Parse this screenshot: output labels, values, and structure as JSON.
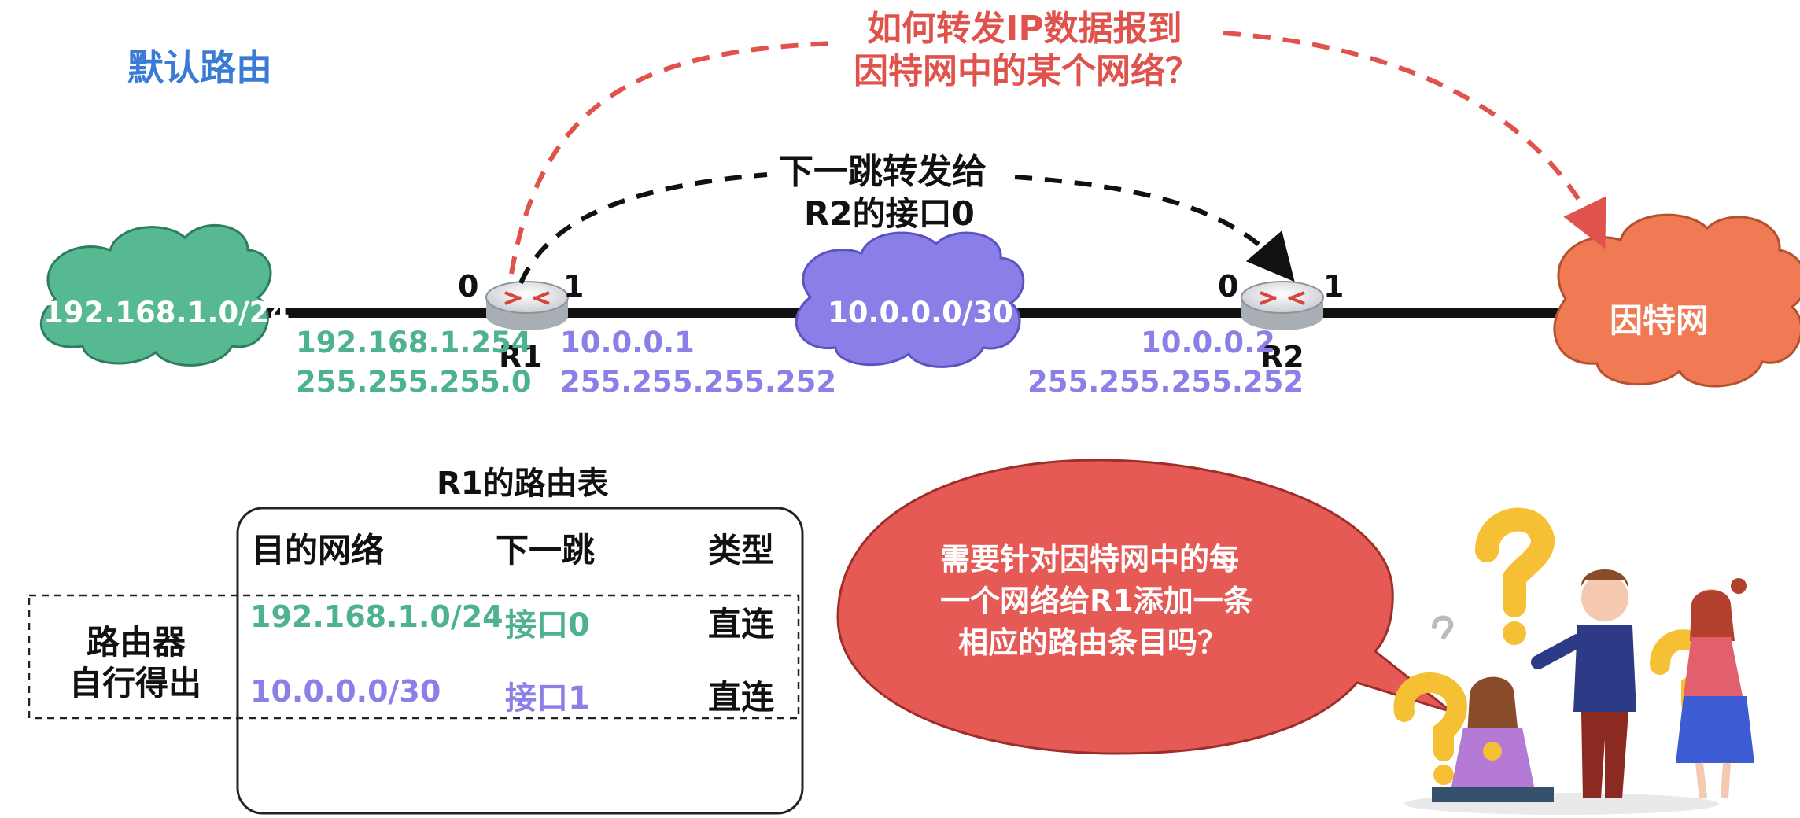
{
  "title": "默认路由",
  "question_red": [
    "如何转发IP数据报到",
    "因特网中的某个网络？"
  ],
  "question_black": [
    "下一跳转发给",
    "R2的接口0"
  ],
  "networks": {
    "left": "192.168.1.0/24",
    "middle": "10.0.0.0/30",
    "internet": "因特网"
  },
  "routers": {
    "r1": {
      "name": "R1",
      "port_left": "0",
      "port_right": "1",
      "left_addr": [
        "192.168.1.254",
        "255.255.255.0"
      ],
      "right_addr": [
        "10.0.0.1",
        "255.255.255.252"
      ]
    },
    "r2": {
      "name": "R2",
      "port_left": "0",
      "port_right": "1",
      "left_addr": [
        "10.0.0.2",
        "255.255.255.252"
      ]
    }
  },
  "routing_table": {
    "title": "R1的路由表",
    "headers": [
      "目的网络",
      "下一跳",
      "类型"
    ],
    "rows": [
      {
        "dest": "192.168.1.0/24",
        "next": "接口0",
        "type": "直连"
      },
      {
        "dest": "10.0.0.0/30",
        "next": "接口1",
        "type": "直连"
      }
    ],
    "side_label": [
      "路由器",
      "自行得出"
    ]
  },
  "bubble": [
    "需要针对因特网中的每",
    "一个网络给R1添加一条",
    "相应的路由条目吗？"
  ],
  "colors": {
    "title_blue": "#3a7bd5",
    "red_text": "#e0524c",
    "green": "#4fb28e",
    "purple": "#8b7fe8",
    "internet": "#ef7a53",
    "bubble": "#e55a55"
  }
}
